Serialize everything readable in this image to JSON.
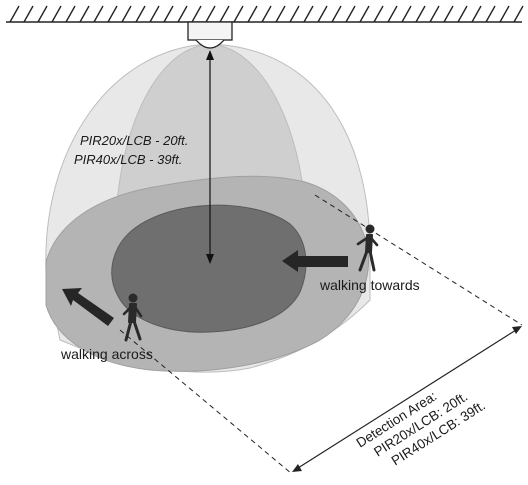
{
  "mounting_height": {
    "line1": "PIR20x/LCB - 20ft.",
    "line2": "PIR40x/LCB - 39ft."
  },
  "walking_towards": "walking towards",
  "walking_across": "walking across",
  "detection_area": {
    "title": "Detection Area:",
    "line1": "PIR20x/LCB: 20ft.",
    "line2": "PIR40x/LCB: 39ft."
  },
  "colors": {
    "outer_zone": "#e8e8e8",
    "inner_beam": "#cfcfcf",
    "mid_floor_zone": "#b4b4b4",
    "core_zone": "#6f6f6f",
    "arrow": "#262626",
    "person": "#2a2a2a"
  }
}
